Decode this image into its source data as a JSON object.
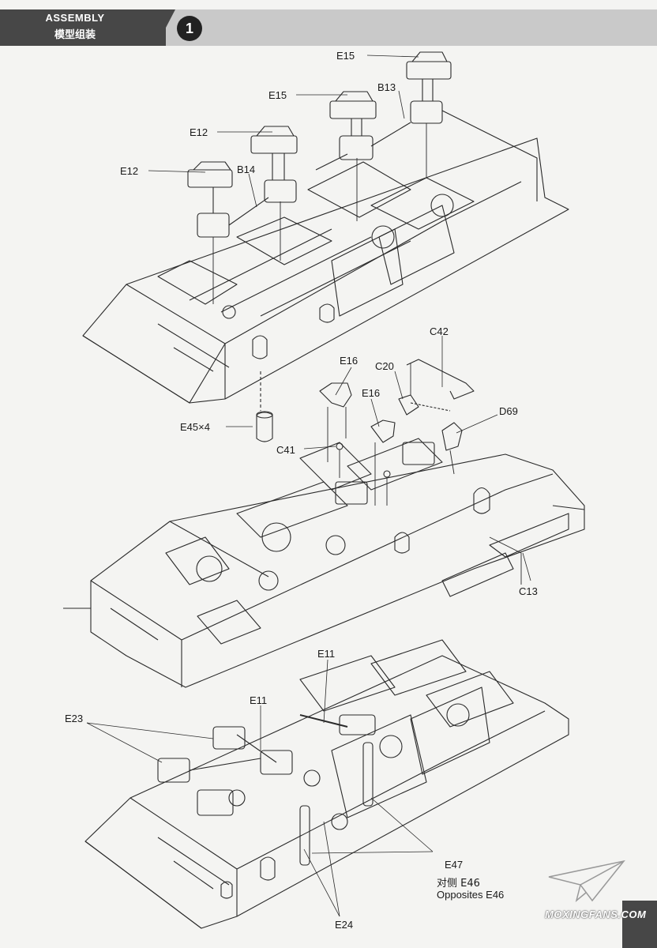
{
  "header": {
    "title": "ASSEMBLY",
    "subtitle": "模型组装",
    "step_number": "1"
  },
  "callouts": {
    "top": [
      "E15",
      "E15",
      "B13",
      "E12",
      "E12",
      "B14"
    ],
    "middle": [
      "E16",
      "C42",
      "C20",
      "E16",
      "D69",
      "C41",
      "E45×4",
      "C13"
    ],
    "bottom": [
      "E11",
      "E11",
      "E23",
      "E47",
      "E24"
    ]
  },
  "note": {
    "cn": "对侧 E46",
    "en": "Opposites E46"
  },
  "watermark": "MOXINGFANS.COM",
  "colors": {
    "header_dark": "#474747",
    "header_light": "#c9c9c9",
    "line": "#2a2a2a",
    "paper": "#f4f4f2"
  }
}
